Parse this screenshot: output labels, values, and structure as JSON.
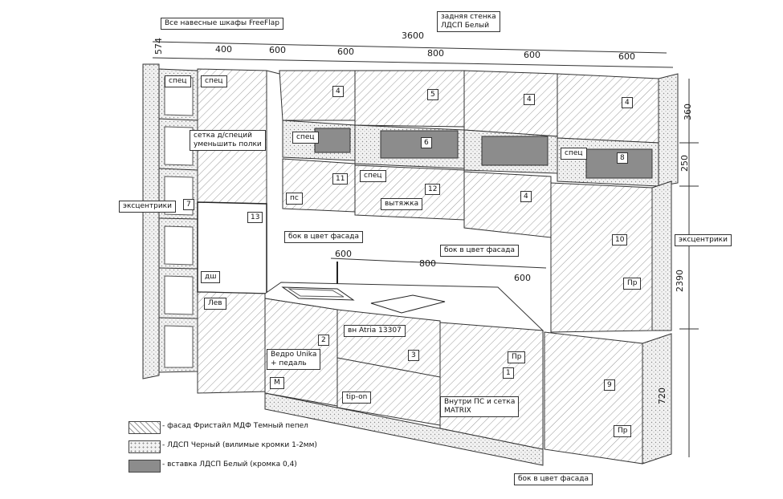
{
  "top_note": "Все навесные шкафы FreeFlap",
  "back_note": "задняя стенка\nЛДСП Белый",
  "dims_top": {
    "total": "3600",
    "side": "574",
    "widths": [
      "400",
      "600",
      "600",
      "800",
      "600",
      "600"
    ]
  },
  "dims_counter": [
    "600",
    "800",
    "600"
  ],
  "dims_right": [
    "360",
    "250",
    "2390",
    "720"
  ],
  "labels": {
    "spec_left": "спец",
    "spec_left2": "спец",
    "mesh_note": "сетка д/специй\nуменьшить полки",
    "eccentrics_left": "эксцентрики",
    "eccentrics_right": "эксцентрики",
    "dishwasher": "дш",
    "lev": "Лев",
    "spec_shelf": "спец",
    "ps": "пс",
    "spec_mid": "спец",
    "hood": "вытяжка",
    "spec_right": "спец",
    "side_color1": "бок в цвет фасада",
    "side_color2": "бок в цвет фасада",
    "side_color3": "бок в цвет фасада",
    "hob": "вн Atria 13307",
    "bin": "Ведро Unika\n+ педаль",
    "m": "М",
    "tipon": "tip-on",
    "inside": "Внутри ПС и сетка\nMATRIX",
    "pr1": "Пр",
    "pr2": "Пр",
    "pr3": "Пр"
  },
  "numbers": [
    "1",
    "2",
    "3",
    "4",
    "4",
    "4",
    "4",
    "5",
    "6",
    "7",
    "8",
    "9",
    "10",
    "11",
    "12",
    "13"
  ],
  "legend": [
    {
      "text": "- фасад Фристайл МДФ Темный пепел",
      "pattern": "hatch"
    },
    {
      "text": "- ЛДСП Черный (вилимые кромки 1-2мм)",
      "pattern": "dots"
    },
    {
      "text": "- вставка ЛДСП Белый (кромка 0,4)",
      "pattern": "gray"
    }
  ]
}
